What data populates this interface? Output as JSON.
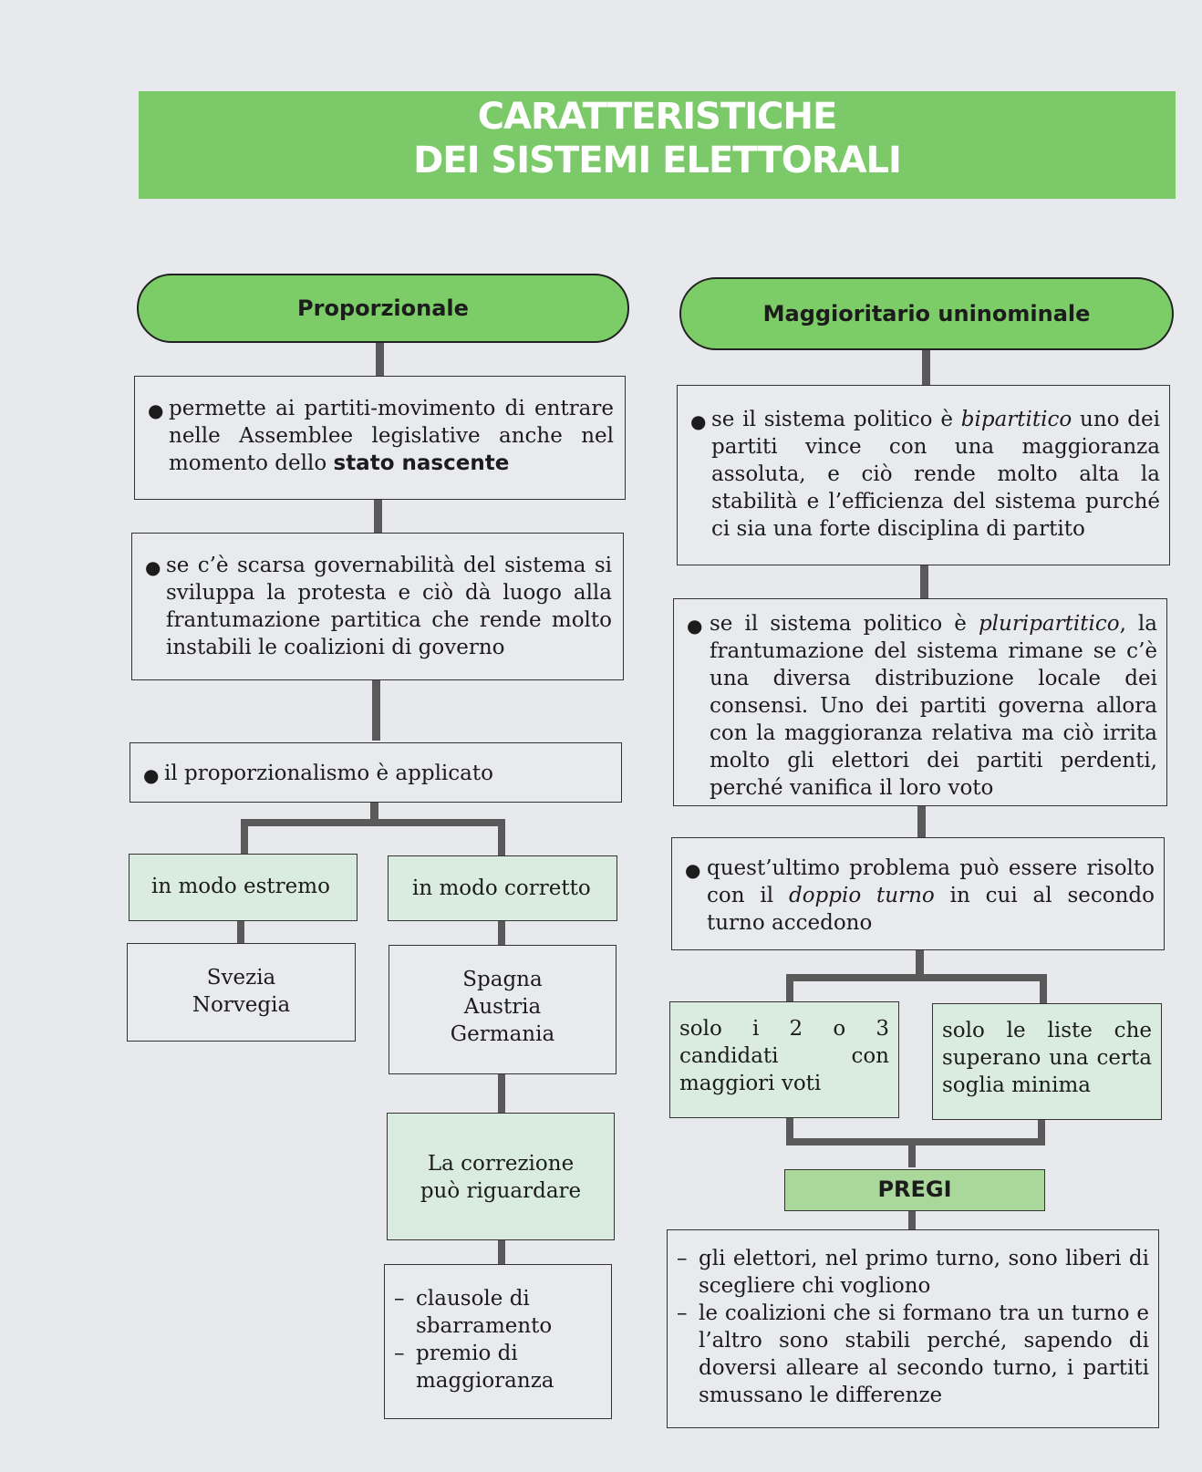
{
  "title": {
    "line1": "CARATTERISTICHE",
    "line2": "DEI SISTEMI ELETTORALI"
  },
  "left": {
    "header": "Proporzionale",
    "box1": {
      "pre": "permette ai partiti-movimento di entrare nelle Assemblee legislative anche nel momento dello ",
      "bold": "stato nascente"
    },
    "box2": "se c’è scarsa governabilità del sistema si sviluppa la protesta e ciò dà luogo alla frantumazione partitica che rende molto instabili le coalizioni di governo",
    "box3": "il proporzionalismo è applicato",
    "branch_extreme": "in modo estremo",
    "branch_correct": "in modo corretto",
    "extreme_countries": [
      "Svezia",
      "Norvegia"
    ],
    "correct_countries": [
      "Spagna",
      "Austria",
      "Germania"
    ],
    "correction": [
      "La correzione",
      "può riguardare"
    ],
    "correction_items": [
      "clausole di sbarramento",
      "premio di maggioranza"
    ]
  },
  "right": {
    "header": "Maggioritario uninominale",
    "box1": {
      "pre": "se il sistema politico è ",
      "ital": "bipartitico",
      "post": " uno dei partiti vince con una maggioranza assoluta, e ciò rende molto alta la stabilità e l’efficienza del sistema purché ci sia una forte disciplina di partito"
    },
    "box2": {
      "pre": "se il sistema politico è ",
      "ital": "pluripartitico",
      "post": ", la frantumazione del sistema rimane se c’è una diversa distribuzione locale dei consensi. Uno dei partiti governa allora con la maggioranza relativa ma ciò irrita molto gli elettori dei partiti perdenti, perché vanifica il loro voto"
    },
    "box3": {
      "pre": "quest’ultimo problema può essere risolto con il ",
      "ital": "doppio turno",
      "post": " in cui al secondo turno accedono"
    },
    "option_a": "solo i 2 o 3 candidati con maggiori voti",
    "option_b": "solo le liste che superano una certa soglia minima",
    "pregi_label": "PREGI",
    "pregi_items": [
      "gli elettori, nel primo turno, sono liberi di scegliere chi vogliono",
      "le coalizioni che si formano tra un turno e l’altro sono stabili perché, sapendo di doversi alleare al secondo turno, i partiti smussano le differenze"
    ]
  }
}
